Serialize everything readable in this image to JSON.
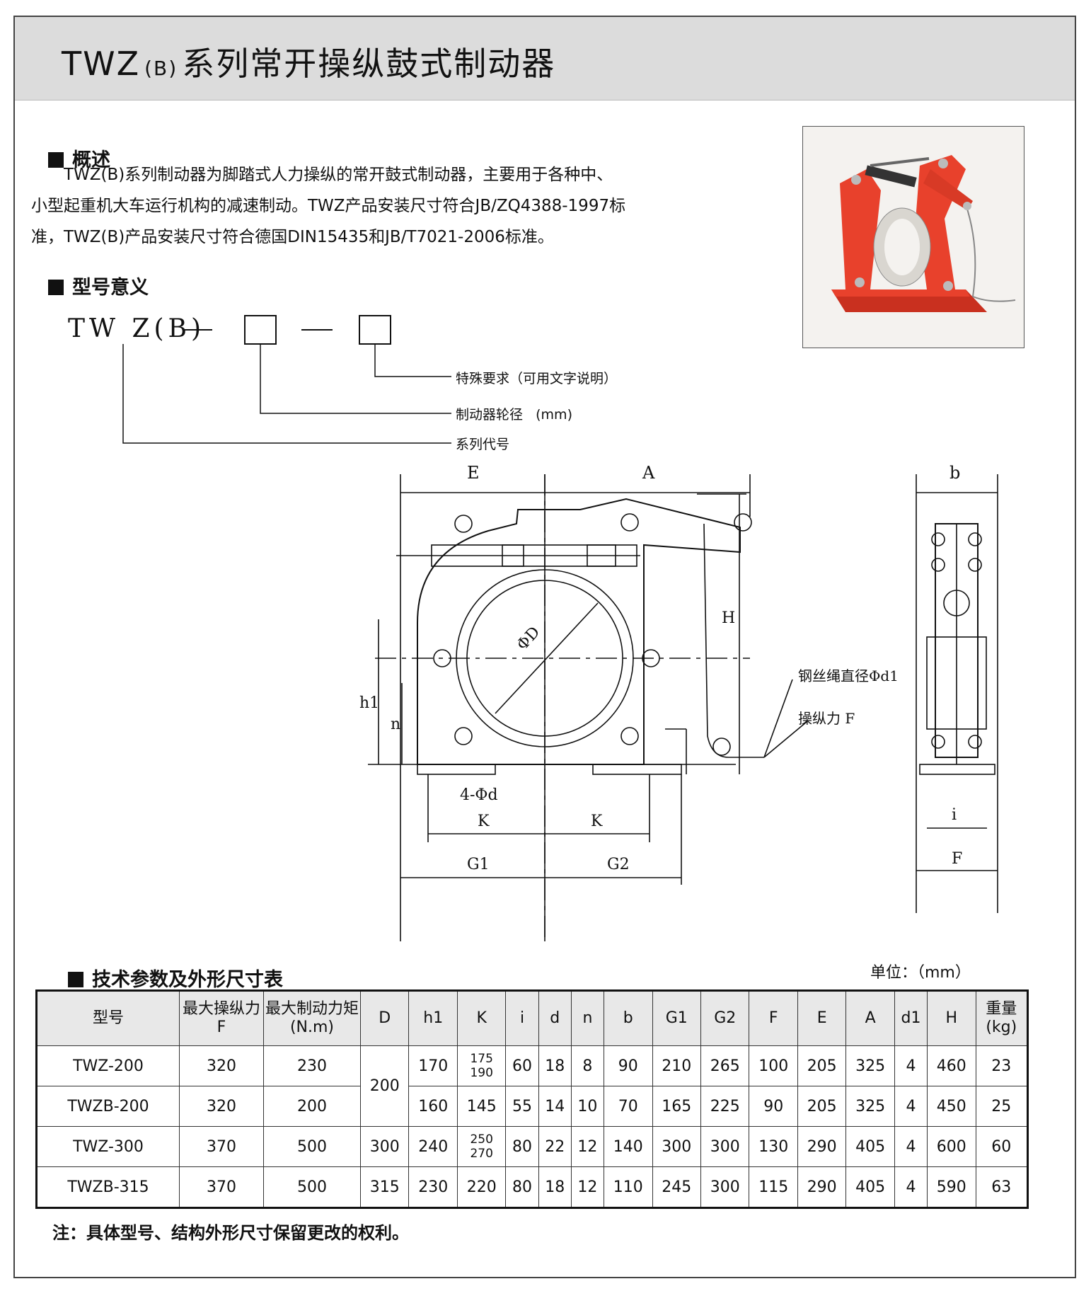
{
  "title": {
    "main": "TWZ",
    "suffix": "B",
    "rest": "系列常开操纵鼓式制动器"
  },
  "overview": {
    "heading": "概述",
    "lines": [
      "TWZ(B)系列制动器为脚踏式人力操纵的常开鼓式制动器，主要用于各种中、",
      "小型起重机大车运行机构的减速制动。TWZ产品安装尺寸符合JB/ZQ4388-1997标",
      "准，TWZ(B)产品安装尺寸符合德国DIN15435和JB/T7021-2006标准。"
    ]
  },
  "model_meaning": {
    "heading": "型号意义",
    "code": "TW Z(B)",
    "labels": {
      "special": "特殊要求（可用文字说明）",
      "wheel": "制动器轮径",
      "unit": "(mm)",
      "series": "系列代号"
    }
  },
  "drawing": {
    "E": "E",
    "A": "A",
    "b": "b",
    "H": "H",
    "h1": "h1",
    "n": "n",
    "phiD": "ΦD",
    "holes": "4-Φd",
    "K": "K",
    "G1": "G1",
    "G2": "G2",
    "i": "i",
    "F": "F",
    "wire": "钢丝绳直径Φd1",
    "force": "操纵力 F"
  },
  "table": {
    "heading": "技术参数及外形尺寸表",
    "unit": "单位：（mm）",
    "headers": [
      "型号",
      "最大操纵力F",
      "最大制动力矩",
      "(N.m)",
      "D",
      "h1",
      "K",
      "i",
      "d",
      "n",
      "b",
      "G1",
      "G2",
      "F",
      "E",
      "A",
      "d1",
      "H",
      "重量",
      "(kg)"
    ],
    "rows": [
      {
        "model": "TWZ-200",
        "force": "320",
        "torque": "230",
        "D": "200",
        "h1": "170",
        "K1": "175",
        "K2": "190",
        "i": "60",
        "d": "18",
        "n": "8",
        "b": "90",
        "G1": "210",
        "G2": "265",
        "F": "100",
        "E": "205",
        "A": "325",
        "d1": "4",
        "H": "460",
        "w": "23"
      },
      {
        "model": "TWZB-200",
        "force": "320",
        "torque": "200",
        "h1": "160",
        "K": "145",
        "i": "55",
        "d": "14",
        "n": "10",
        "b": "70",
        "G1": "165",
        "G2": "225",
        "F": "90",
        "E": "205",
        "A": "325",
        "d1": "4",
        "H": "450",
        "w": "25"
      },
      {
        "model": "TWZ-300",
        "force": "370",
        "torque": "500",
        "D": "300",
        "h1": "240",
        "K1": "250",
        "K2": "270",
        "i": "80",
        "d": "22",
        "n": "12",
        "b": "140",
        "G1": "300",
        "G2": "300",
        "F": "130",
        "E": "290",
        "A": "405",
        "d1": "4",
        "H": "600",
        "w": "60"
      },
      {
        "model": "TWZB-315",
        "force": "370",
        "torque": "500",
        "D": "315",
        "h1": "230",
        "K": "220",
        "i": "80",
        "d": "18",
        "n": "12",
        "b": "110",
        "G1": "245",
        "G2": "300",
        "F": "115",
        "E": "290",
        "A": "405",
        "d1": "4",
        "H": "590",
        "w": "63"
      }
    ]
  },
  "note": "注：具体型号、结构外形尺寸保留更改的权利。",
  "colors": {
    "brand_red": "#e8412c",
    "title_bar": "#dcdcdc"
  }
}
